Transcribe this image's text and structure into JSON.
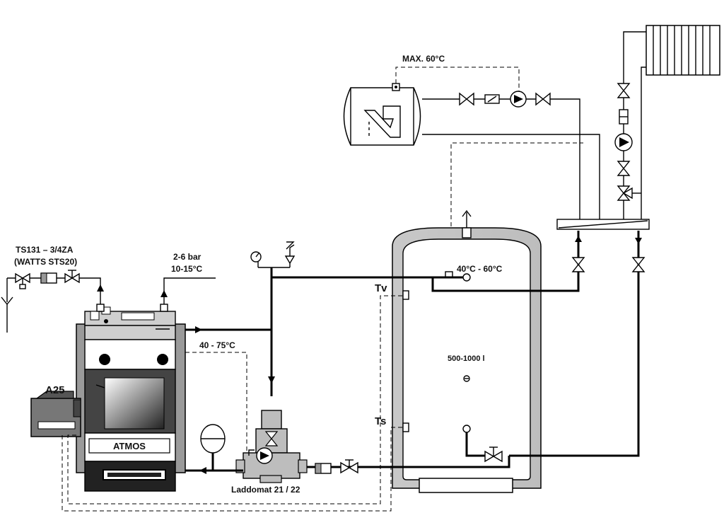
{
  "labels": {
    "max_temp": "MAX. 60°C",
    "ts131": "TS131 – 3/4ZA",
    "watts": "(WATTS STS20)",
    "pressure": "2-6 bar",
    "cold_temp": "10-15°C",
    "upper_temp": "40°C - 60°C",
    "tv": "Tv",
    "ts": "Ts",
    "volume": "500-1000 l",
    "return_temp": "40 - 75°C",
    "a25": "A25",
    "atmos": "ATMOS",
    "laddomat": "Laddomat 21 / 22"
  }
}
